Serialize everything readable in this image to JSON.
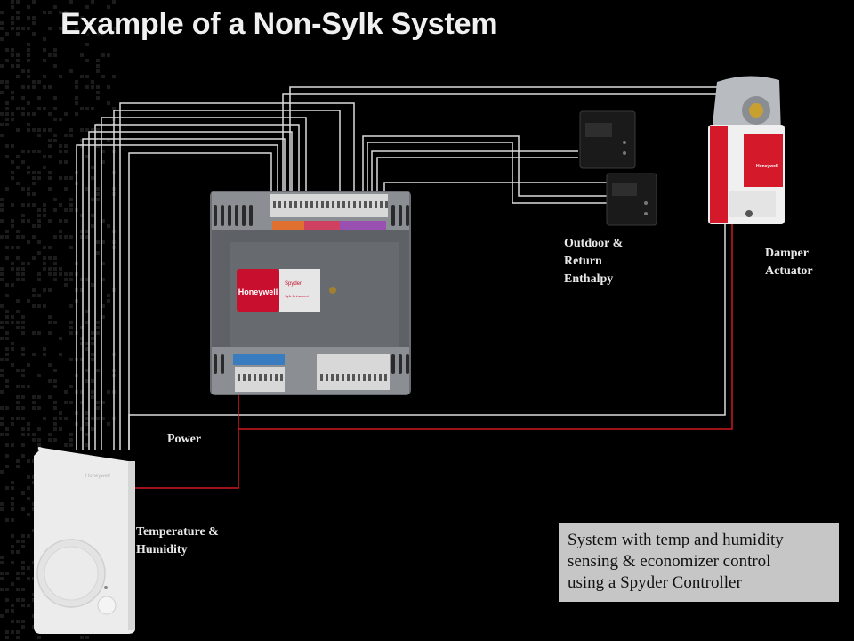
{
  "title": "Example of a Non-Sylk System",
  "labels": {
    "enthalpy": [
      "Outdoor &",
      "Return",
      "Enthalpy"
    ],
    "damper": [
      "Damper",
      "Actuator"
    ],
    "power": "Power",
    "sensor": [
      "Temperature &",
      "Humidity"
    ]
  },
  "caption": [
    "System with temp and humidity",
    "sensing & economizer control",
    "using a Spyder Controller"
  ],
  "device_text": {
    "controller_brand": "Honeywell",
    "controller_model": "Spyder",
    "controller_sub": "Sylk  Enhanced",
    "actuator_brand": "Honeywell",
    "sensor_brand": "Honeywell"
  },
  "colors": {
    "background": "#000000",
    "wire_signal": "#dcdcdc",
    "wire_power": "#c0121a",
    "brand_red": "#c8102e",
    "caption_bg": "#c6c6c6"
  }
}
